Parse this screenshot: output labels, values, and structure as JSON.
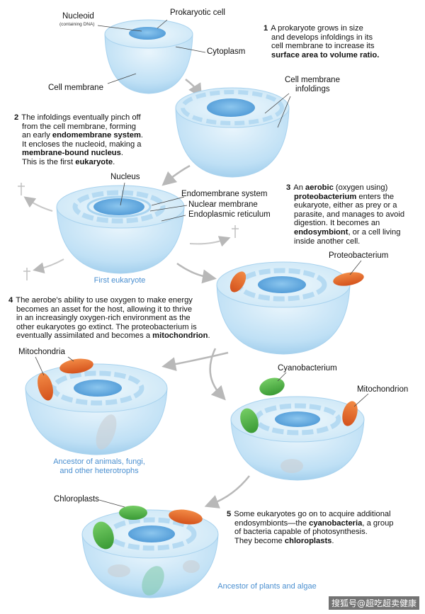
{
  "labels": {
    "nucleoid": "Nucleoid",
    "nucleoid_sub": "(containing DNA)",
    "prokaryotic_cell": "Prokaryotic cell",
    "cytoplasm": "Cytoplasm",
    "cell_membrane": "Cell membrane",
    "cell_membrane_infoldings_1": "Cell membrane",
    "cell_membrane_infoldings_2": "infoldings",
    "nucleus": "Nucleus",
    "endomembrane_system": "Endomembrane system",
    "nuclear_membrane": "Nuclear membrane",
    "endoplasmic_reticulum": "Endoplasmic reticulum",
    "first_eukaryote": "First eukaryote",
    "proteobacterium": "Proteobacterium",
    "mitochondria": "Mitochondria",
    "cyanobacterium": "Cyanobacterium",
    "mitochondrion": "Mitochondrion",
    "ancestor_animals_1": "Ancestor of animals, fungi,",
    "ancestor_animals_2": "and other heterotrophs",
    "chloroplasts": "Chloroplasts",
    "ancestor_plants": "Ancestor of plants and algae"
  },
  "steps": {
    "s1": {
      "num": "1",
      "l1": "A prokaryote grows in size",
      "l2": "and develops infoldings in its",
      "l3": "cell membrane to increase its",
      "l4": "surface area to volume ratio."
    },
    "s2": {
      "num": "2",
      "l1": "The infoldings eventually pinch off",
      "l2": "from the cell membrane, forming",
      "l3a": "an early ",
      "l3b": "endomembrane system",
      "l3c": ".",
      "l4": "It encloses the nucleoid, making a",
      "l5a": "membrane-bound nucleus",
      "l5b": ".",
      "l6a": "This is the first ",
      "l6b": "eukaryote",
      "l6c": "."
    },
    "s3": {
      "num": "3",
      "l1a": "An ",
      "l1b": "aerobic",
      "l1c": " (oxygen using)",
      "l2a": "proteobacterium",
      "l2b": " enters the",
      "l3": "eukaryote, either as prey or a",
      "l4": "parasite, and manages to avoid",
      "l5": "digestion. It becomes an",
      "l6a": "endosymbiont",
      "l6b": ", or a cell living",
      "l7": "inside another cell."
    },
    "s4": {
      "num": "4",
      "l1": "The aerobe's ability to use oxygen to make energy",
      "l2": "becomes an asset for the host, allowing it to thrive",
      "l3": "in an increasingly oxygen-rich environment as the",
      "l4": "other eukaryotes go extinct. The proteobacterium is",
      "l5a": "eventually assimilated and becomes a ",
      "l5b": "mitochondrion",
      "l5c": "."
    },
    "s5": {
      "num": "5",
      "l1": "Some eukaryotes go on to acquire additional",
      "l2a": "endosymbionts—the ",
      "l2b": "cyanobacteria",
      "l2c": ", a group",
      "l3": "of bacteria capable of photosynthesis.",
      "l4a": "They become ",
      "l4b": "chloroplasts",
      "l4c": "."
    }
  },
  "watermark": "搜狐号@超吃超卖健康",
  "colors": {
    "cell": "#cfe7f7",
    "cell_dark": "#9fcbeb",
    "nucleus": "#6fb0e0",
    "mito": "#e8692a",
    "chloro": "#53b848",
    "arrow": "#b8b8b8",
    "caption": "#4a8fd0"
  }
}
